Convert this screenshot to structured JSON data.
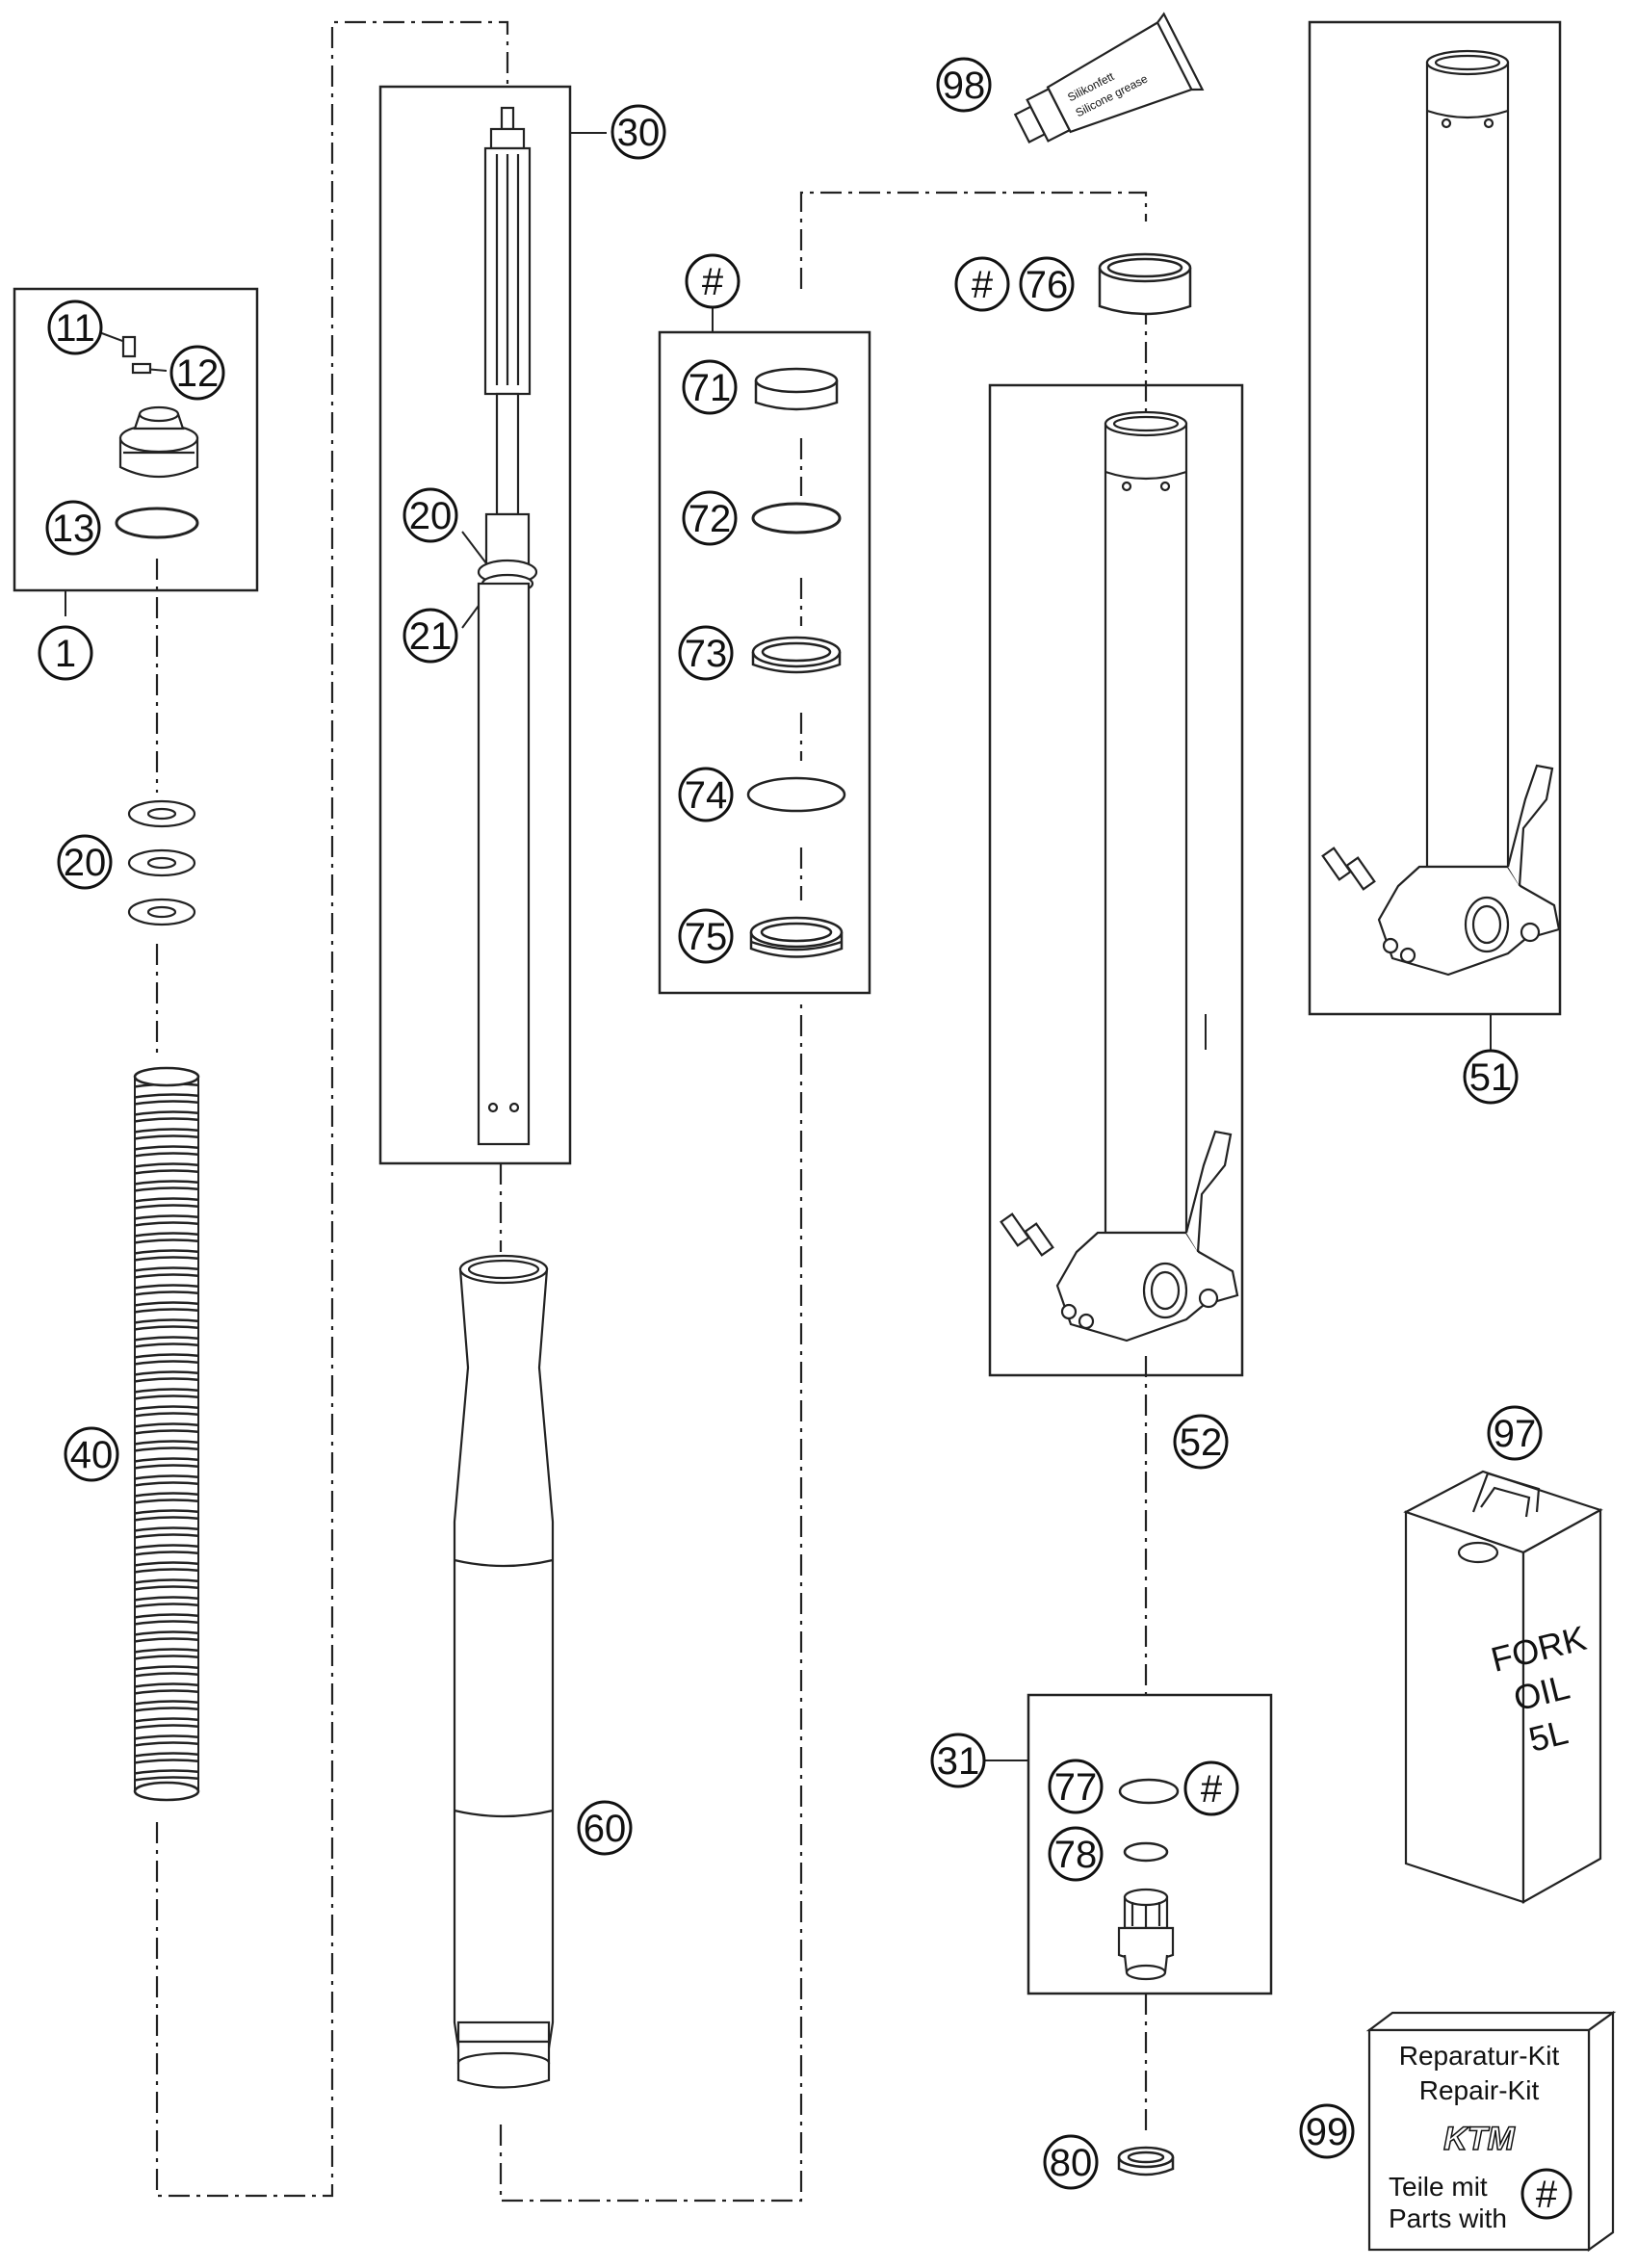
{
  "callouts": {
    "c1": "1",
    "c11": "11",
    "c12": "12",
    "c13": "13",
    "c20a": "20",
    "c20b": "20",
    "c21": "21",
    "c30": "30",
    "c31": "31",
    "c40": "40",
    "c51": "51",
    "c52": "52",
    "c60": "60",
    "c71": "71",
    "c72": "72",
    "c73": "73",
    "c74": "74",
    "c75": "75",
    "c76": "76",
    "c77": "77",
    "c78": "78",
    "c80": "80",
    "c97": "97",
    "c98": "98",
    "c99": "99",
    "hash_kit": "#",
    "hash_76": "#",
    "hash_77": "#",
    "hash_99": "#"
  },
  "oil_can": {
    "line1": "FORK",
    "line2": "OIL",
    "line3": "5L"
  },
  "grease_tube": {
    "line1": "Silikonfett",
    "line2": "Silicone grease"
  },
  "repair_kit": {
    "title_de": "Reparatur-Kit",
    "title_en": "Repair-Kit",
    "logo": "KTM",
    "parts_de": "Teile mit",
    "parts_en": "Parts with"
  }
}
